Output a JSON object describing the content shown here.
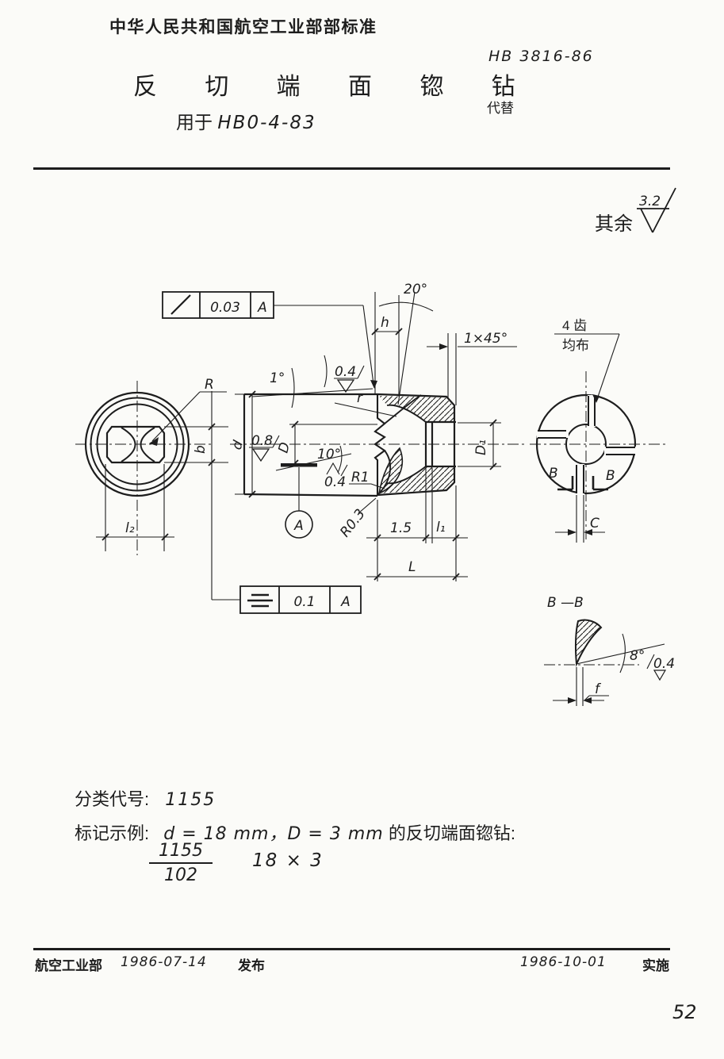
{
  "page": {
    "number": "52",
    "background": "#fbfbf8",
    "ink": "#1d1d1d"
  },
  "header": {
    "standard_caption": "中华人民共和国航空工业部部标准",
    "standard_no": "HB 3816-86",
    "title": "反 切 端 面 锪 钻",
    "subtitle_prefix": "用于",
    "subtitle_ref": "HB0-4-83",
    "supersedes_label": "代替"
  },
  "surface_note": {
    "prefix": "其余",
    "roughness": "3.2"
  },
  "drawing": {
    "frames": {
      "runout": {
        "symbol": "∕",
        "tolerance": "0.03",
        "datum": "A"
      },
      "symmetry": {
        "symbol": "≡",
        "tolerance": "0.1",
        "datum": "A"
      }
    },
    "labels": {
      "radius_R": "R",
      "slot_width_b": "b",
      "slot_length_l2": "l₂",
      "taper_angle": "1°",
      "rough_top": "0.4",
      "corner_r": "r",
      "rake_angle": "20°",
      "tooth_height_h": "h",
      "chamfer": "1×45°",
      "body_dia_d": "d",
      "rough_face": "0.8",
      "pilot_dia_D": "D",
      "edge_angle": "10°",
      "rough_edge": "0.4",
      "fillet_R1": "R1",
      "datum_A": "A",
      "tip_radius": "R0.3",
      "dim_1_5": "1.5",
      "hole_depth_l1": "l₁",
      "head_len_L": "L",
      "drive_dia_D1": "D₁",
      "teeth_note_top": "4 齿",
      "teeth_note_bottom": "均布",
      "section_B_left": "B",
      "section_B_right": "B",
      "slot_c": "C",
      "section_title": "B —B",
      "relief_angle": "8°",
      "rough_section": "0.4",
      "land_f": "f"
    }
  },
  "notes": {
    "classification_label": "分类代号:",
    "classification_value": "1155",
    "example_label": "标记示例:",
    "example_formula": "d = 18 mm，D = 3 mm",
    "example_suffix": "的反切端面锪钻:",
    "designation_numerator": "1155",
    "designation_denominator": "102",
    "designation_size": "18 × 3"
  },
  "footer": {
    "issuer": "航空工业部",
    "issue_date": "1986-07-14",
    "publish_label": "发布",
    "implement_date": "1986-10-01",
    "implement_label": "实施"
  }
}
